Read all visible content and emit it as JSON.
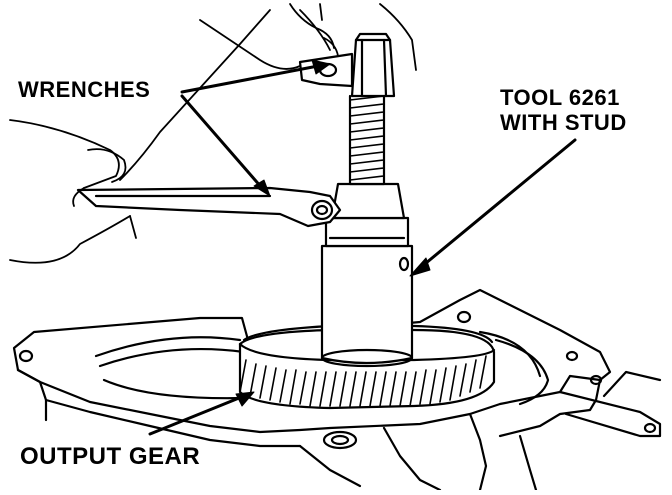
{
  "labels": {
    "wrenches": "WRENCHES",
    "tool_line1": "TOOL 6261",
    "tool_line2": "WITH STUD",
    "output_gear": "OUTPUT GEAR"
  },
  "colors": {
    "ink": "#000000",
    "paper": "#ffffff"
  }
}
